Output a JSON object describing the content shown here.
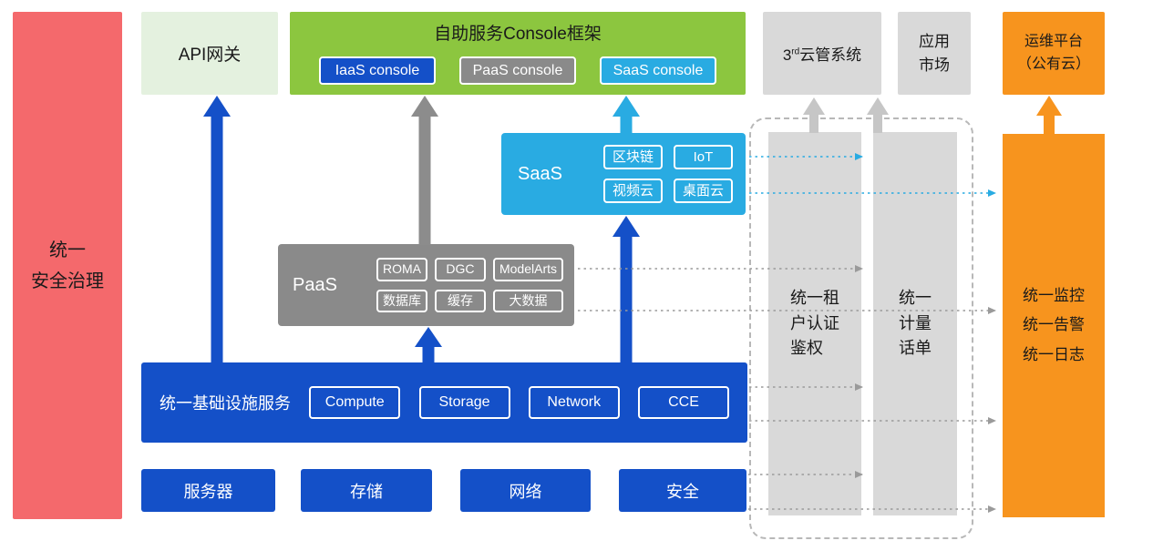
{
  "colors": {
    "red": "#F4696C",
    "light_green": "#E4F1DF",
    "green": "#8CC63F",
    "blue": "#1450C8",
    "gray": "#8A8A8A",
    "light_gray": "#D9D9D9",
    "cyan": "#29ABE2",
    "orange": "#F7941E"
  },
  "security_bar": {
    "label": "统一\n安全治理"
  },
  "api_gateway": {
    "label": "API网关"
  },
  "console_framework": {
    "title": "自助服务Console框架",
    "iaas_button": "IaaS console",
    "paas_button": "PaaS console",
    "saas_button": "SaaS console"
  },
  "third_party_cloud": {
    "prefix": "3",
    "superscript": "rd",
    "suffix": "云管系统"
  },
  "app_market": {
    "label": "应用\n市场"
  },
  "om_platform": {
    "label": "运维平台\n（公有云）"
  },
  "saas": {
    "label": "SaaS",
    "chips": [
      "区块链",
      "IoT",
      "视频云",
      "桌面云"
    ]
  },
  "paas": {
    "label": "PaaS",
    "chips": [
      "ROMA",
      "DGC",
      "ModelArts",
      "数据库",
      "缓存",
      "大数据"
    ]
  },
  "infrastructure": {
    "label": "统一基础设施服务",
    "chips": [
      "Compute",
      "Storage",
      "Network",
      "CCE"
    ]
  },
  "resource_row": [
    "服务器",
    "存储",
    "网络",
    "安全"
  ],
  "tenant_auth": {
    "label": "统一租\n户认证\n鉴权"
  },
  "metering": {
    "label": "统一\n计量\n话单"
  },
  "monitoring": {
    "label": "统一监控\n统一告警\n统一日志"
  }
}
